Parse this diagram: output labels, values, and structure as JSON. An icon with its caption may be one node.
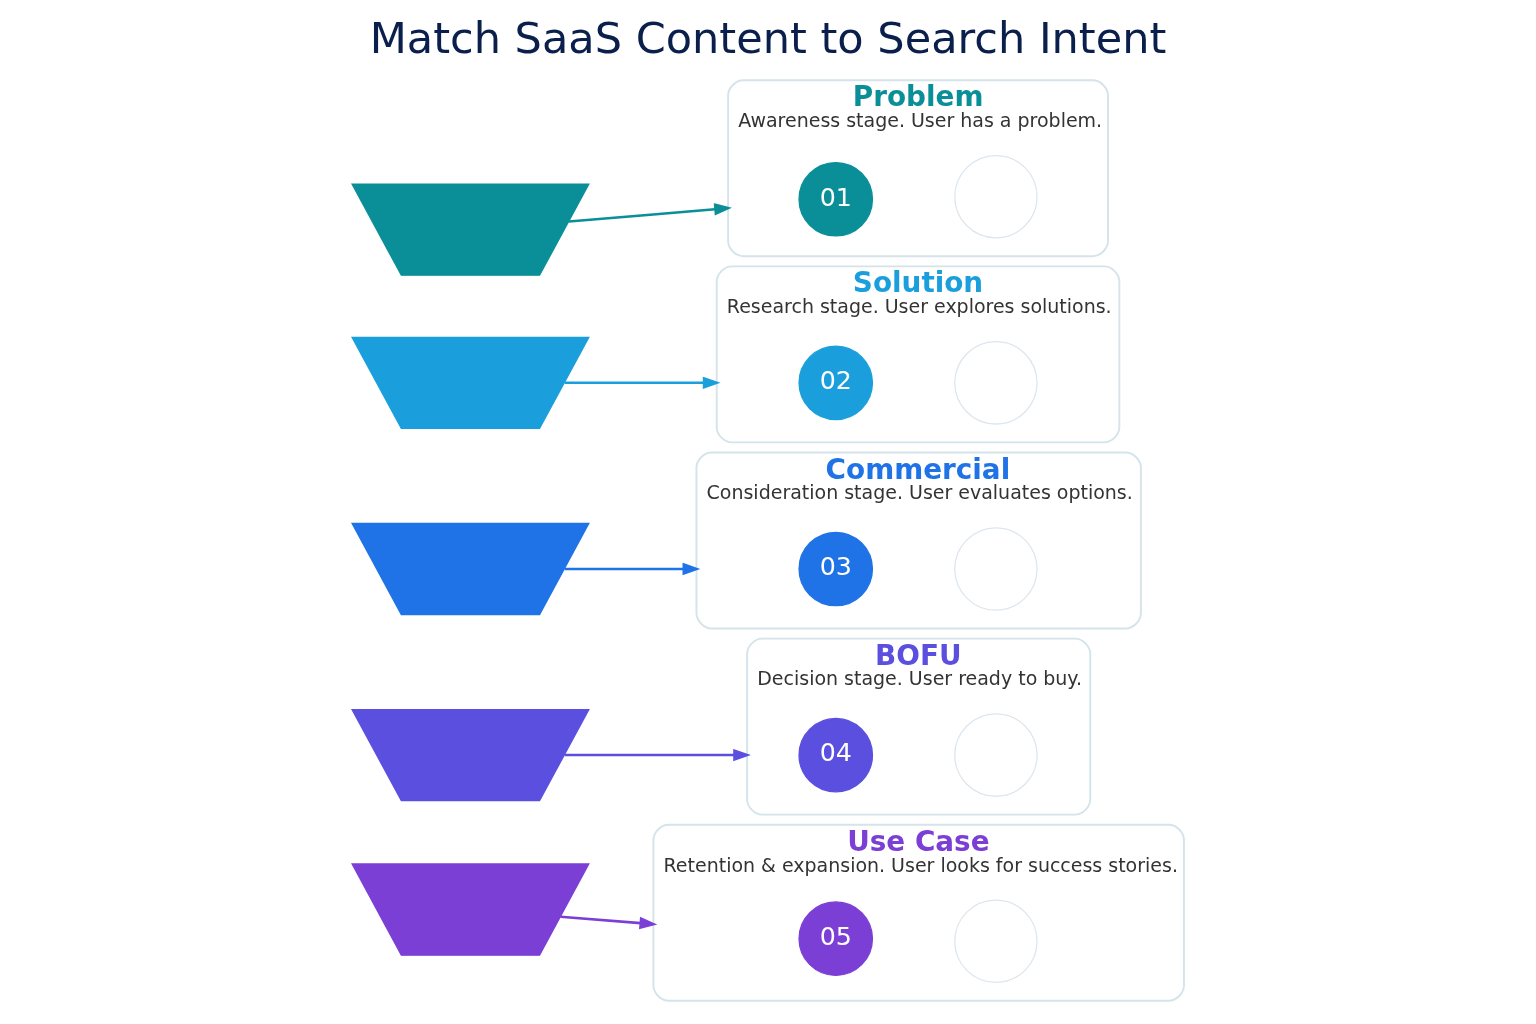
{
  "diagram": {
    "title": "Match SaaS Content to Search Intent",
    "nodes": [
      {
        "text": [],
        "shape": "trapezoid"
      },
      {
        "text": [
          "Problem",
          "Awareness stage. User has a problem."
        ]
      },
      {
        "text": [
          "01"
        ],
        "in": 1
      },
      {
        "text": [],
        "shape": "circle",
        "in": 1
      },
      {
        "text": [],
        "shape": "trapezoid"
      },
      {
        "text": [
          "Solution",
          "Research stage. User explores solutions."
        ]
      },
      {
        "text": [
          "02"
        ],
        "in": 5
      },
      {
        "text": [],
        "shape": "circle",
        "in": 5
      },
      {
        "text": [],
        "shape": "trapezoid"
      },
      {
        "text": [
          "Commercial",
          "Consideration stage. User evaluates options."
        ]
      },
      {
        "text": [
          "03"
        ],
        "in": 9
      },
      {
        "text": [],
        "shape": "circle",
        "in": 9
      },
      {
        "text": [],
        "shape": "trapezoid"
      },
      {
        "text": [
          "BOFU",
          "Decision stage. User ready to buy."
        ]
      },
      {
        "text": [
          "04"
        ],
        "in": 13
      },
      {
        "text": [],
        "shape": "circle",
        "in": 13
      },
      {
        "text": [],
        "shape": "trapezoid"
      },
      {
        "text": [
          "Use Case",
          "Retention & expansion. User looks for success stories."
        ]
      },
      {
        "text": [
          "05"
        ],
        "in": 17
      },
      {
        "text": [],
        "shape": "circle",
        "in": 17
      }
    ],
    "edges": [
      {
        "from": 0,
        "to": 1,
        "arrow": "to",
        "color": "#0a8f98"
      },
      {
        "from": 4,
        "to": 5,
        "arrow": "to",
        "color": "#1a9fdc"
      },
      {
        "from": 8,
        "to": 9,
        "arrow": "to",
        "color": "#1f73e6"
      },
      {
        "from": 12,
        "to": 13,
        "arrow": "to",
        "color": "#5b4fe0"
      },
      {
        "from": 16,
        "to": 17,
        "arrow": "to",
        "color": "#7b3fd6"
      }
    ]
  }
}
